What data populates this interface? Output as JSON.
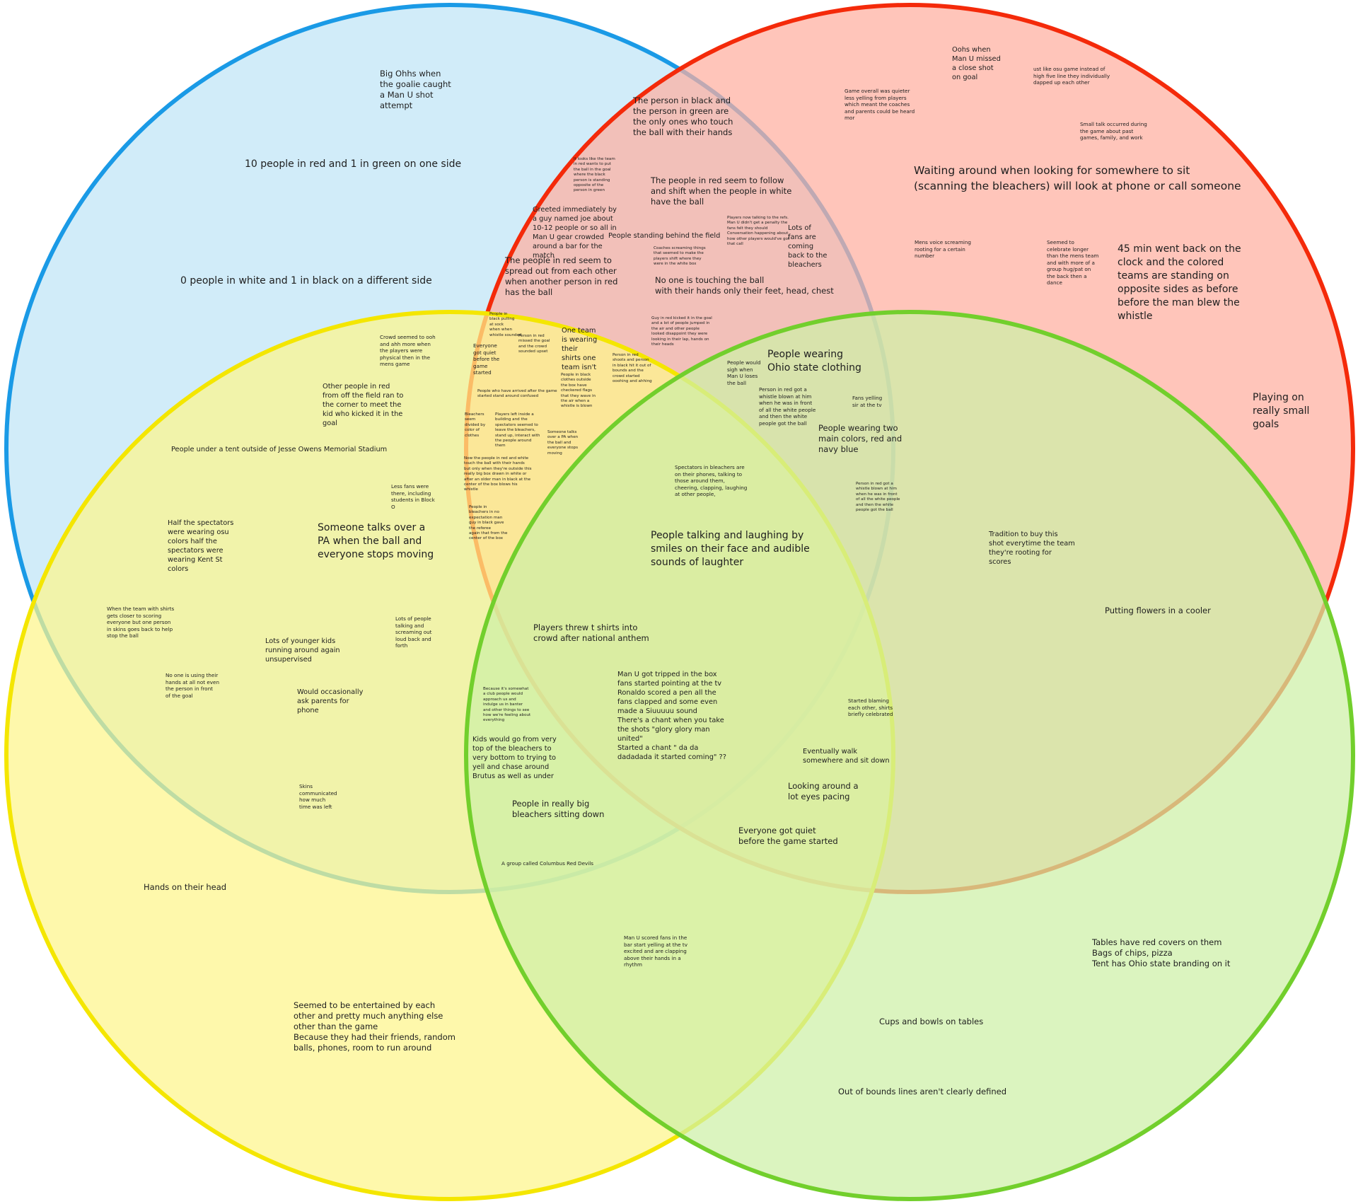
{
  "colors": {
    "blue_fill": "#bfe4f6",
    "blue_stroke": "#1a9ae6",
    "red_fill": "#ffae9f",
    "red_stroke": "#f42a0a",
    "yellow_fill": "#fdf58a",
    "yellow_stroke": "#f4e600",
    "green_fill": "#cdf0a6",
    "green_stroke": "#72cf2c"
  },
  "notes": [
    {
      "id": "n1",
      "text": "Big Ohhs when\nthe goalie caught\na Man U shot\nattempt"
    },
    {
      "id": "n2",
      "text": "10 people in red and 1 in green on one side"
    },
    {
      "id": "n3",
      "text": "0 people in white and 1 in black on a different side"
    },
    {
      "id": "n4",
      "text": "The person in black and\nthe person in green are\nthe only ones who touch\nthe ball with their hands"
    },
    {
      "id": "n5",
      "text": "It looks like the team\nin red wants to put\nthe ball in the goal\nwhere the black\nperson is standing\nopposite of the\nperson in green"
    },
    {
      "id": "n6",
      "text": "Greeted immediately by\na guy named joe about\n10-12 people or so all in\nMan U gear crowded\naround a bar for the\nmatch"
    },
    {
      "id": "n7",
      "text": "The people in red seem to follow\nand shift when the people in white\n have the ball"
    },
    {
      "id": "n8",
      "text": "Players now talking to the refs.\nMan U didn't get a penalty the\nfans felt they should\nConversation happening about\nhow other players would've got\nthat call"
    },
    {
      "id": "n9",
      "text": "People standing behind the field"
    },
    {
      "id": "n10",
      "text": "Lots of\nfans are\ncoming\nback to the\nbleachers"
    },
    {
      "id": "n11",
      "text": "Coaches screaming things\nthat seemed to make the\nplayers shift where they\nwere in the white box"
    },
    {
      "id": "n12",
      "text": "The people in red seem to\n spread out from each other\nwhen another person in red\nhas the ball"
    },
    {
      "id": "n13",
      "text": "No one is touching the ball\nwith their hands only their feet, head, chest"
    },
    {
      "id": "n14",
      "text": "Oohs when\nMan U missed\na close shot\non goal"
    },
    {
      "id": "n15",
      "text": "ust like osu game instead of\nhigh five line they individually\ndapped up each other"
    },
    {
      "id": "n16",
      "text": "Game overall was quieter\nless yelling from players\nwhich meant the coaches\nand parents could be heard\nmor"
    },
    {
      "id": "n17",
      "text": "Small talk occurred during\nthe game about past\ngames, family, and work"
    },
    {
      "id": "n18",
      "text": "Waiting around when looking for somewhere to sit\n(scanning the bleachers) will look at phone or call someone"
    },
    {
      "id": "n19",
      "text": "Mens voice screaming\nrooting for a certain\nnumber"
    },
    {
      "id": "n20",
      "text": "Seemed to\ncelebrate longer\nthan the mens team\nand with more of a\ngroup hug/pat on\nthe back then a\ndance"
    },
    {
      "id": "n21",
      "text": "45 min went back on the\nclock and the colored\nteams are standing on\nopposite sides as before\nbefore the man blew the\nwhistle"
    },
    {
      "id": "n22",
      "text": "Playing on\nreally small\ngoals"
    },
    {
      "id": "n23",
      "text": "Crowd seemed to ooh\nand ahh more when\nthe players were\nphysical then in the\nmens game"
    },
    {
      "id": "n24",
      "text": "Other people in red\nfrom off the field ran to\nthe corner to meet the\nkid who kicked it in the\ngoal"
    },
    {
      "id": "n25",
      "text": "People under a tent outside of Jesse Owens Memorial Stadium"
    },
    {
      "id": "n26",
      "text": "Less fans were\nthere, including\nstudents in Block\nO"
    },
    {
      "id": "n27",
      "text": "Half the spectators\nwere wearing osu\ncolors half the\nspectators were\nwearing Kent St\ncolors"
    },
    {
      "id": "n28",
      "text": "Someone talks over a\nPA when the ball and\neveryone stops moving"
    },
    {
      "id": "n29",
      "text": "When the team with shirts\ngets closer to scoring\neveryone but one person\nin skins goes back to help\nstop the ball"
    },
    {
      "id": "n30",
      "text": "Lots of younger kids\nrunning around again\nunsupervised"
    },
    {
      "id": "n31",
      "text": "Lots of people\ntalking and\nscreaming out\nloud back and\nforth"
    },
    {
      "id": "n32",
      "text": "No one is using their\nhands at all not even\nthe person in front\nof the goal"
    },
    {
      "id": "n33",
      "text": "Would occasionally\nask parents for\nphone"
    },
    {
      "id": "n34",
      "text": "Skins\ncommunicated\nhow much\ntime was left"
    },
    {
      "id": "n35",
      "text": "Everyone\ngot quiet\nbefore the\ngame\nstarted"
    },
    {
      "id": "n36",
      "text": "Person in red\nmissed the goal\nand the crowd\nsounded upset"
    },
    {
      "id": "n37",
      "text": "One team\nis wearing\ntheir\nshirts one\nteam isn't"
    },
    {
      "id": "n38",
      "text": "People in black\nclothes outside\nthe box have\ncheckered flags\nthat they wave in\nthe air when a\nwhistle is blown"
    },
    {
      "id": "n39",
      "text": "Person in red\nshoots and person\nin black hit it out of\nbounds and the\ncrowd started\nooohing and ahhing"
    },
    {
      "id": "n40",
      "text": "People who have arrived after the game\nstarted stand around confused"
    },
    {
      "id": "n41",
      "text": "Bleachers\nseem\ndivided by\ncolor of\nclothes"
    },
    {
      "id": "n42",
      "text": "Players left inside a\nbuilding and the\nspectators seemed to\nleave the bleachers,\nstand up, interact with\nthe people around\nthem"
    },
    {
      "id": "n43",
      "text": "Someone talks\nover a PA when\nthe ball and\neveryone stops\nmoving"
    },
    {
      "id": "n44",
      "text": "Now the people in red and white\ntouch the ball with their hands\nbut only when they're outside this\nreally big box drawn in white or\nafter an older man in black at the\ncenter of the box blows his\nwhistle"
    },
    {
      "id": "n45",
      "text": "People in\nbleachers in no\nexpectation man\nguy in black gave\nthe referee\nagain that from the\ncenter of the box"
    },
    {
      "id": "n46",
      "text": "People in\nblack pulling\nat sock\nwhen when\nwhistle sounded"
    },
    {
      "id": "n47",
      "text": "Guy in red kicked it in the goal\nand a lot of people jumped in\nthe air and other people\nlooked disappoint they were\nlooking in their lap, hands on\ntheir heads"
    },
    {
      "id": "n48",
      "text": "People wearing\n Ohio state clothing"
    },
    {
      "id": "n49",
      "text": "People would\nsigh when\nMan U loses\nthe ball"
    },
    {
      "id": "n50",
      "text": "Person in red got a\nwhistle blown at him\nwhen he was in front\nof all the white people\nand then the white\npeople got the ball"
    },
    {
      "id": "n51",
      "text": "Fans yelling\nsir at the tv"
    },
    {
      "id": "n52",
      "text": "People wearing two\n main colors, red and\nnavy blue"
    },
    {
      "id": "n53",
      "text": "Person in red got a\nwhistle blown at him\nwhen he was in front\nof all the white people\nand then the white\npeople got the ball"
    },
    {
      "id": "n54",
      "text": "Spectators in bleachers are\non their phones, talking to\nthose around them,\ncheering, clapping, laughing\nat other people,"
    },
    {
      "id": "n55",
      "text": "People talking and laughing by\nsmiles on their face and audible\nsounds of laughter"
    },
    {
      "id": "n56",
      "text": "Tradition to buy this\nshot everytime the team\nthey're rooting for\nscores"
    },
    {
      "id": "n57",
      "text": "Putting flowers in a cooler"
    },
    {
      "id": "n58",
      "text": "Players threw t shirts into\n crowd after national anthem"
    },
    {
      "id": "n59",
      "text": "Man U got tripped in the box\nfans started pointing at the tv\nRonaldo scored a pen all the\nfans clapped and some even\nmade a Siuuuuu sound\nThere's a chant when you take\nthe shots \"glory glory man\nunited\"\nStarted a chant \" da da\ndadadada it started coming\" ??"
    },
    {
      "id": "n60",
      "text": "Because it's somewhat\na club people would\napproach us and\nindulge us in banter\nand other things to see\nhow we're feeling about\neverything"
    },
    {
      "id": "n61",
      "text": "Kids would go from very\ntop of the bleachers to\nvery bottom to trying to\nyell and chase around\nBrutus as well as under"
    },
    {
      "id": "n62",
      "text": "Started blaming\neach other, shirts\nbriefly celebrated"
    },
    {
      "id": "n63",
      "text": "Eventually walk\nsomewhere and sit down"
    },
    {
      "id": "n64",
      "text": "Looking around a\nlot eyes pacing"
    },
    {
      "id": "n65",
      "text": "People in really big\nbleachers sitting down"
    },
    {
      "id": "n66",
      "text": "Everyone got quiet\nbefore the game started"
    },
    {
      "id": "n67",
      "text": "A group called Columbus Red Devils"
    },
    {
      "id": "n68",
      "text": "Hands on their head"
    },
    {
      "id": "n69",
      "text": "Man U scored fans in the\nbar start yelling at the tv\nexcited and are clapping\nabove their hands in a\nrhythm"
    },
    {
      "id": "n70",
      "text": "Tables have red covers on them\nBags of chips, pizza\nTent has Ohio state branding on it"
    },
    {
      "id": "n71",
      "text": "Seemed to be entertained by each\nother and pretty much anything else\nother than the game\nBecause they had their friends, random\nballs, phones, room to run around"
    },
    {
      "id": "n72",
      "text": "Cups and bowls on tables"
    },
    {
      "id": "n73",
      "text": "Out of bounds lines aren't clearly defined"
    }
  ]
}
